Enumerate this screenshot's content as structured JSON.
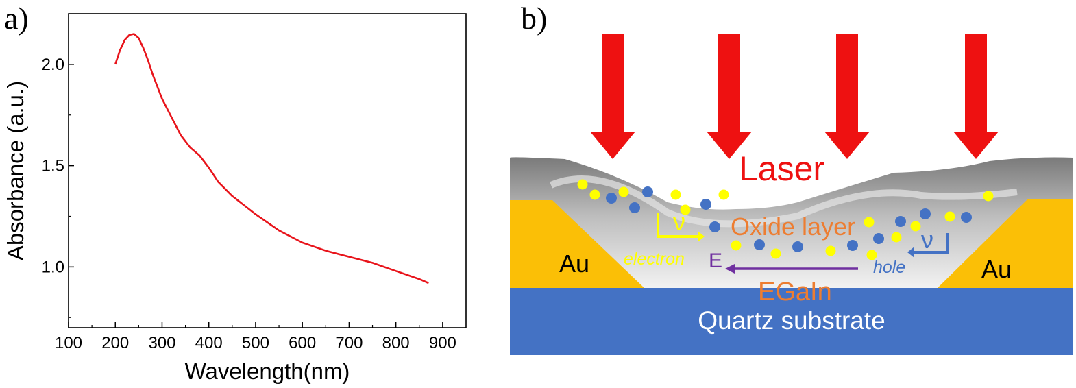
{
  "panels": {
    "a_label": "a)",
    "b_label": "b)"
  },
  "chart_data": {
    "type": "line",
    "title": "",
    "xlabel": "Wavelength(nm)",
    "ylabel": "Absorbance (a.u.)",
    "xlim": [
      100,
      950
    ],
    "ylim": [
      0.7,
      2.25
    ],
    "xticks": [
      100,
      200,
      300,
      400,
      500,
      600,
      700,
      800,
      900
    ],
    "yticks": [
      1.0,
      1.5,
      2.0
    ],
    "ytick_labels": [
      "1.0",
      "1.5",
      "2.0"
    ],
    "grid": false,
    "line_color": "#e8141b",
    "series": [
      {
        "x": [
          200,
          210,
          220,
          230,
          240,
          250,
          260,
          270,
          280,
          300,
          320,
          340,
          360,
          380,
          400,
          420,
          450,
          500,
          550,
          600,
          650,
          700,
          750,
          800,
          850,
          870
        ],
        "y": [
          2.0,
          2.07,
          2.12,
          2.145,
          2.15,
          2.13,
          2.08,
          2.02,
          1.95,
          1.83,
          1.74,
          1.65,
          1.59,
          1.55,
          1.49,
          1.42,
          1.35,
          1.26,
          1.18,
          1.12,
          1.08,
          1.05,
          1.02,
          0.98,
          0.94,
          0.92
        ]
      }
    ]
  },
  "diagram": {
    "laser_label": "Laser",
    "oxide_label": "Oxide layer",
    "egain_label": "EGaIn",
    "substrate_label": "Quartz substrate",
    "au_left": "Au",
    "au_right": "Au",
    "electron_label": "electron",
    "hole_label": "hole",
    "field_label": "E",
    "nu_left": "ν",
    "nu_right": "ν",
    "colors": {
      "laser": "#ee1111",
      "gold": "#fbbf06",
      "substrate": "#4472c4",
      "electron": "#ffff00",
      "hole": "#4472c4",
      "oxide_text": "#ed7d31",
      "field": "#7030a0"
    }
  }
}
